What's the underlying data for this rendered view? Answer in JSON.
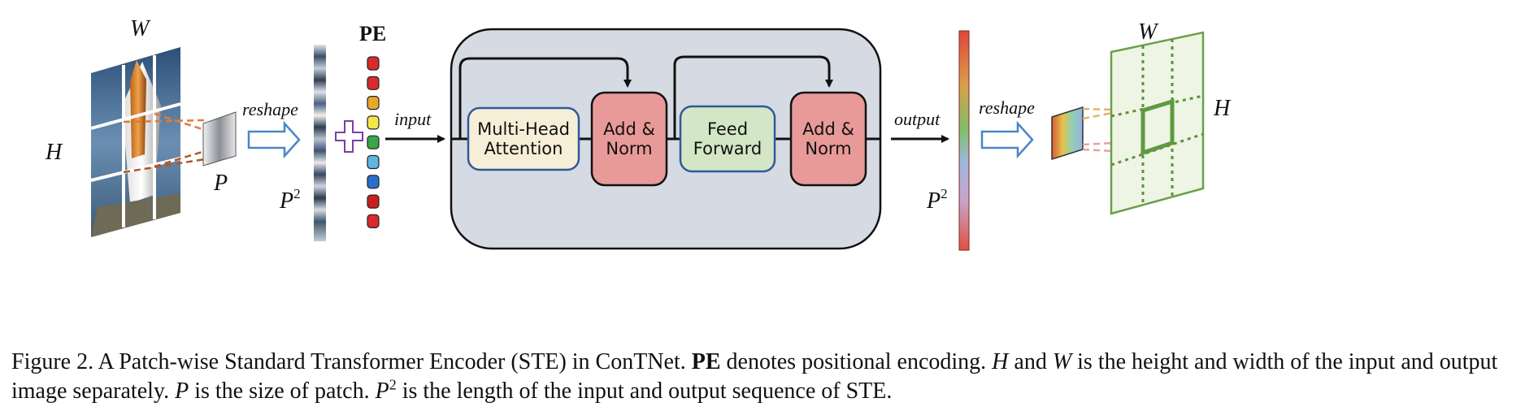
{
  "diagram": {
    "left_W": "W",
    "left_H": "H",
    "left_P": "P",
    "reshape_left": "reshape",
    "seq_left_label_base": "P",
    "seq_left_label_exp": "2",
    "pe_label": "PE",
    "input_label": "input",
    "blocks": [
      {
        "line1": "Multi-Head",
        "line2": "Attention"
      },
      {
        "line1": "Add &",
        "line2": "Norm"
      },
      {
        "line1": "Feed",
        "line2": "Forward"
      },
      {
        "line1": "Add &",
        "line2": "Norm"
      }
    ],
    "output_label": "output",
    "seq_right_label_base": "P",
    "seq_right_label_exp": "2",
    "reshape_right": "reshape",
    "right_W": "W",
    "right_H": "H",
    "pe_colors": [
      "#d92b2b",
      "#d92b2b",
      "#e8a92a",
      "#f2e64a",
      "#3aa64a",
      "#5fb6e0",
      "#2a6fc9",
      "#c91f1f",
      "#d92b2b"
    ]
  },
  "caption": {
    "figure_label": "Figure 2. A Patch-wise Standard Transformer Encoder (STE) in ConTNet.",
    "pe_bold": "PE",
    "sent1_rest": "denotes positional encoding.",
    "H": "H",
    "and1": "and",
    "W": "W",
    "sent2_rest": "is the height and width of the input and output image separately.",
    "P": "P",
    "sent3_rest": "is the size of patch.",
    "P2_base": "P",
    "P2_exp": "2",
    "sent4_rest": "is the length of the input and output sequence of STE."
  }
}
